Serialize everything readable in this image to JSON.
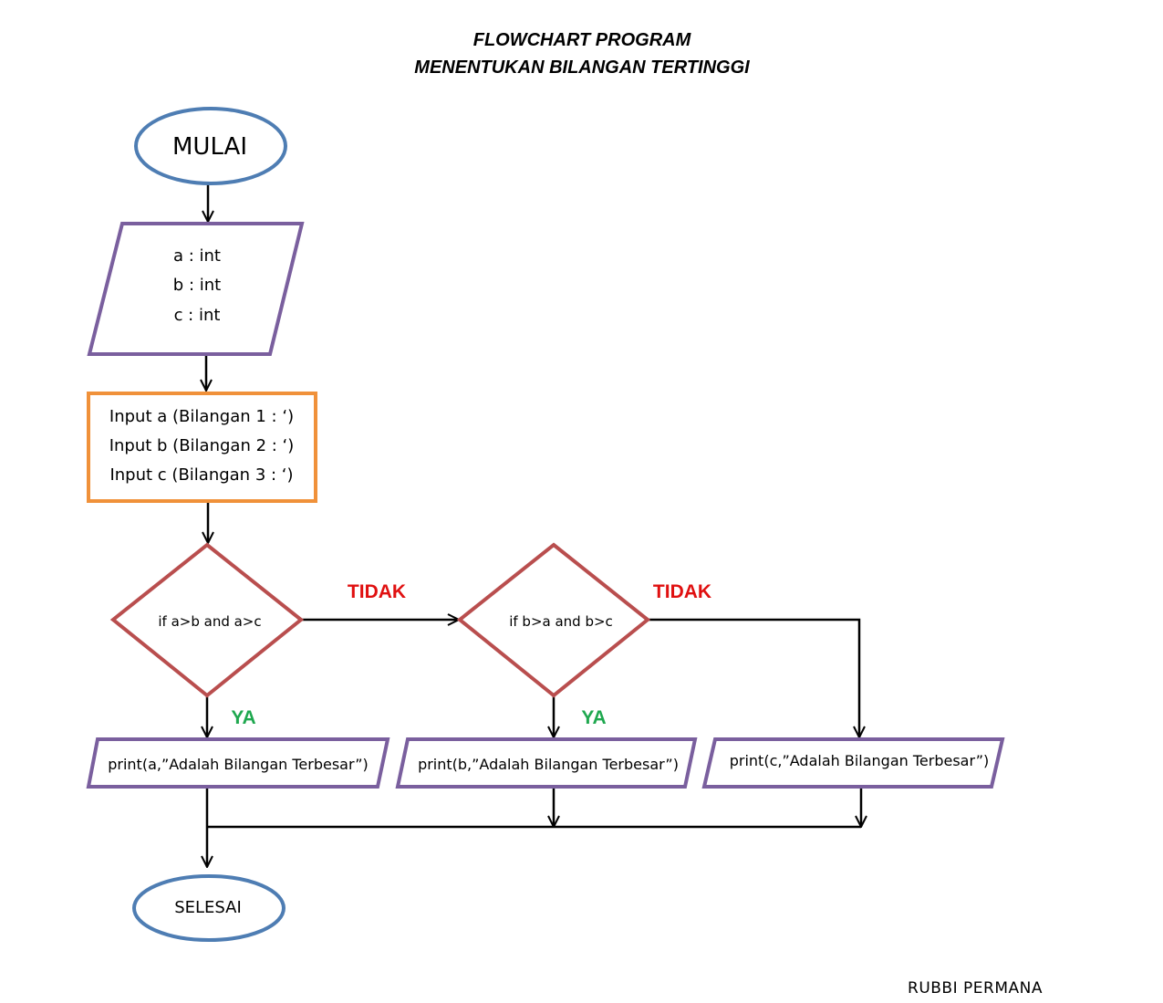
{
  "title": {
    "line1": "FLOWCHART PROGRAM",
    "line2": "MENENTUKAN BILANGAN TERTINGGI"
  },
  "nodes": {
    "start": "MULAI",
    "declare": [
      "a : int",
      "b : int",
      "c : int"
    ],
    "input": [
      "Input a (Bilangan 1 : ‘)",
      "Input b (Bilangan 2 : ‘)",
      "Input c (Bilangan 3 : ‘)"
    ],
    "decision1": "if a>b and a>c",
    "decision2": "if b>a and b>c",
    "print_a": "print(a,”Adalah Bilangan Terbesar”)",
    "print_b": "print(b,”Adalah Bilangan Terbesar”)",
    "print_c": "print(c,”Adalah Bilangan Terbesar”)",
    "end": "SELESAI"
  },
  "branches": {
    "no1": "TIDAK",
    "no2": "TIDAK",
    "yes1": "YA",
    "yes2": "YA"
  },
  "author": "RUBBI PERMANA",
  "colors": {
    "terminal": "#4e7db3",
    "io": "#7a5f9e",
    "process": "#f0913a",
    "decision": "#b94e4e",
    "no_label": "#e01010",
    "yes_label": "#1fa84f",
    "connector": "#000000"
  }
}
